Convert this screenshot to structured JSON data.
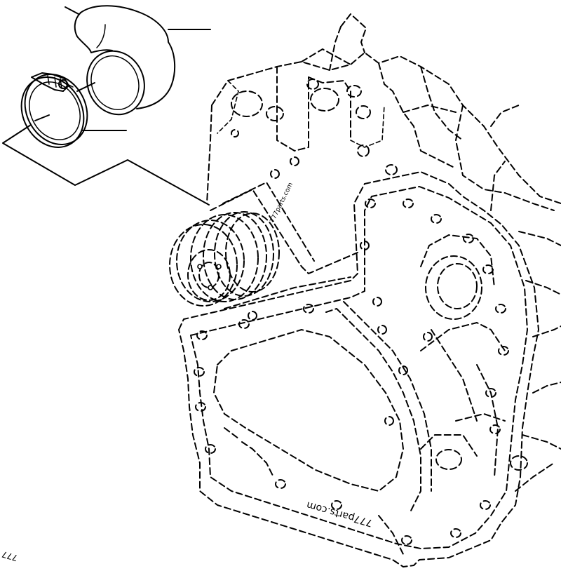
{
  "watermarks": {
    "upper": "777parts.com",
    "lower": "777parts.com",
    "corner": "777"
  }
}
